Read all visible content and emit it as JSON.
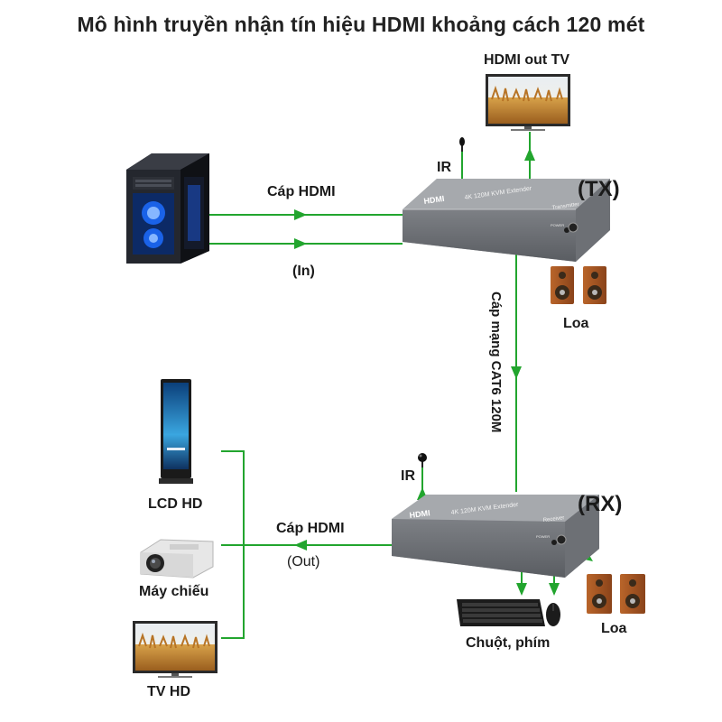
{
  "title": "Mô hình truyền nhận tín hiệu HDMI  khoảng cách 120 mét",
  "labels": {
    "hdmi_out_tv": "HDMI out TV",
    "ir_tx": "IR",
    "ir_rx": "IR",
    "tx": "(TX)",
    "rx": "(RX)",
    "cap_hdmi_in": "Cáp HDMI",
    "in": "(In)",
    "loa_tx": "Loa",
    "cat6": "Cáp mạng CAT6 120M",
    "lcd_hd": "LCD HD",
    "cap_hdmi_out": "Cáp HDMI",
    "out": "(Out)",
    "may_chieu": "Máy chiếu",
    "tv_hd": "TV HD",
    "chuot_phim": "Chuột, phím",
    "loa_rx": "Loa"
  },
  "device_text": {
    "tx_logo": "HDMI",
    "tx_model": "4K 120M KVM Extender",
    "tx_role": "Transmitter",
    "rx_logo": "HDMI",
    "rx_model": "4K 120M KVM Extender",
    "rx_role": "Receiver",
    "power": "POWER"
  },
  "colors": {
    "line": "#22a52e",
    "device": "#8a8d92"
  }
}
